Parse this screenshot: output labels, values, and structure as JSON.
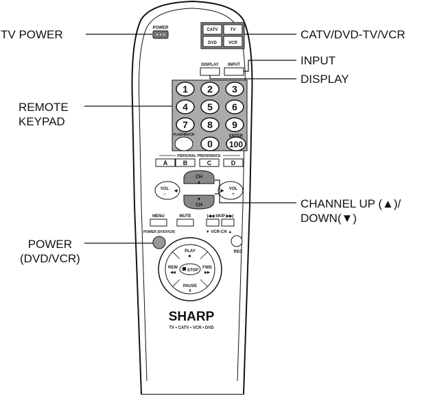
{
  "callouts": {
    "tv_power": "TV POWER",
    "catv_dvd_tv_vcr": "CATV/DVD-TV/VCR",
    "input": "INPUT",
    "display": "DISPLAY",
    "remote_keypad": "REMOTE\nKEYPAD",
    "channel_up_down": "CHANNEL UP (▲)/\nDOWN(▼)",
    "power_dvd_vcr": "POWER\n(DVD/VCR)"
  },
  "remote": {
    "power_label": "POWER",
    "mode_buttons": {
      "catv": "CATV",
      "tv": "TV",
      "dvd": "DVD",
      "vcr": "VCR"
    },
    "display_label": "DISPLAY",
    "input_label": "INPUT",
    "keys": [
      "1",
      "2",
      "3",
      "4",
      "5",
      "6",
      "7",
      "8",
      "9",
      "0",
      "100"
    ],
    "flashback_label": "FLASHBACK",
    "enter_label": "ENTER",
    "personal_pref_label": "PERSONAL PREFERENCE",
    "pref_buttons": [
      "A",
      "B",
      "C",
      "D"
    ],
    "ch_label": "CH",
    "vol_label": "VOL",
    "vol_minus": "−",
    "vol_plus": "+",
    "up_arrow": "▲",
    "down_arrow": "▼",
    "left_arrow": "◀",
    "right_arrow": "▶",
    "menu_label": "MENU",
    "mute_label": "MUTE",
    "skip_label": "|◀◀ SKIP ▶▶|",
    "vcr_ch_label": "▼ VCR-CH ▲",
    "power_dvd_label": "POWER (DVD/VCR)",
    "rec_label": "REC",
    "play_label": "PLAY",
    "play_symbol": "▶",
    "rew_label": "REW",
    "rew_symbol": "◀◀",
    "fwd_label": "FWD",
    "fwd_symbol": "▶▶",
    "stop_label": "STOP",
    "pause_label": "PAUSE",
    "pause_symbol": "II",
    "brand": "SHARP",
    "brand_sub": "TV • CATV • VCR • DVD"
  }
}
